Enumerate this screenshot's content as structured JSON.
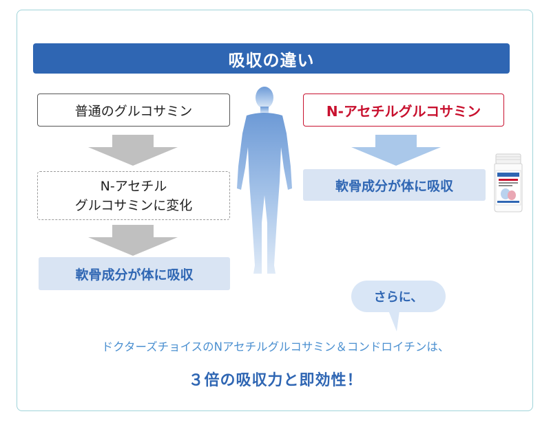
{
  "banner": {
    "title": "吸収の違い"
  },
  "left": {
    "source_label": "普通のグルコサミン",
    "intermediate_line1": "N-アセチル",
    "intermediate_line2": "グルコサミンに変化",
    "result_label": "軟骨成分が体に吸収"
  },
  "right": {
    "source_label": "N-アセチルグルコサミン",
    "result_label": "軟骨成分が体に吸収"
  },
  "bottle_icon": "supplement-bottle",
  "human_icon": "human-silhouette",
  "bubble": {
    "label": "さらに、"
  },
  "footer": {
    "description": "ドクターズチョイスのNアセチルグルコサミン＆コンドロイチンは、",
    "headline": "３倍の吸収力と即効性！"
  },
  "colors": {
    "banner": "#2f66b3",
    "accent_red": "#c8102e",
    "result_bg": "#d9e4f3",
    "arrow_gray": "#c0c0c0",
    "arrow_blue": "#aac8ea",
    "card_border": "#9fd3d9"
  }
}
